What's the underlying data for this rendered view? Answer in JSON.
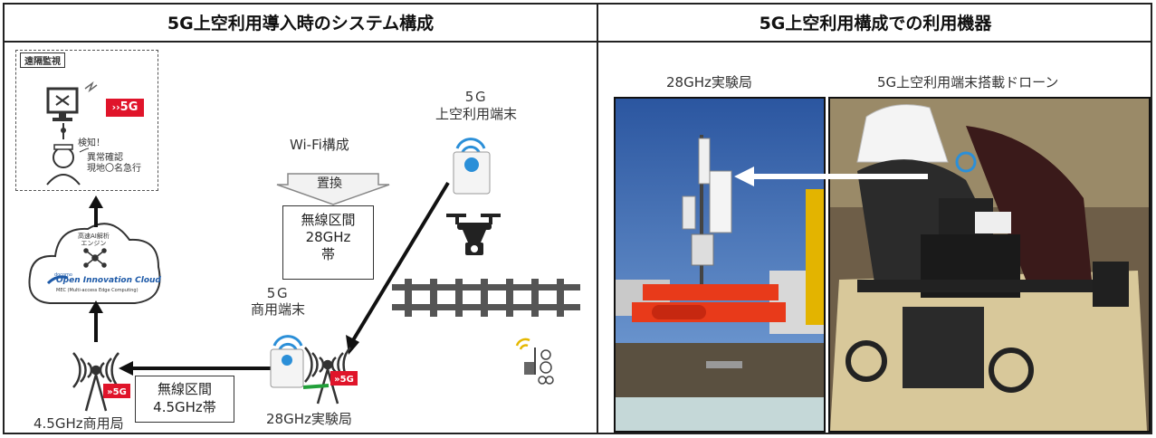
{
  "left_panel": {
    "title": "5G上空利用導入時のシステム構成",
    "monitoring_label": "遠隔監視",
    "logo_5g": "5G",
    "detect_label": "検知！",
    "anomaly_label": "異常確認",
    "dispatch_label": "現地〇名急行",
    "ai_engine_label_1": "高速AI解析",
    "ai_engine_label_2": "エンジン",
    "cloud_brand_small": "docomo",
    "cloud_brand": "Open Innovation Cloud",
    "mec_label": "MEC (Multi-access Edge Computing)",
    "wifi_label": "Wi-Fi構成",
    "replace_label": "置換",
    "radio_28_box": [
      "無線区間",
      "28GHz",
      "帯"
    ],
    "drone_terminal_label": [
      "5Ｇ",
      "上空利用端末"
    ],
    "commercial_terminal_label": [
      "5Ｇ",
      "商用端末"
    ],
    "radio_45_box": [
      "無線区間",
      "4.5GHz帯"
    ],
    "station_45_label": "4.5GHz商用局",
    "station_28_label": "28GHz実験局"
  },
  "right_panel": {
    "title": "5G上空利用構成での利用機器",
    "photo1_caption": "28GHz実験局",
    "photo2_caption": "5G上空利用端末搭載ドローン"
  },
  "colors": {
    "logo_red": "#e0142a",
    "wifi_blue": "#2b8fd8",
    "cloud_blue": "#1e5aa8",
    "link_green": "#22a03a",
    "sky": "#2f5fa8"
  }
}
